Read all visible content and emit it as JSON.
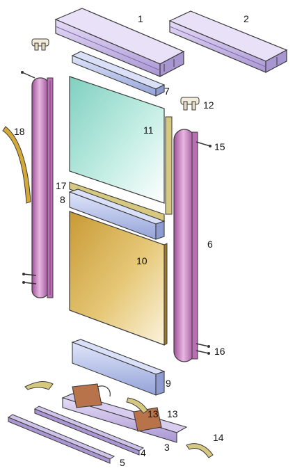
{
  "labels": {
    "p1": "1",
    "p2": "2",
    "p3": "3",
    "p4": "4",
    "p5": "5",
    "p6": "6",
    "p7": "7",
    "p8": "8",
    "p9": "9",
    "p10": "10",
    "p11": "11",
    "p12": "12",
    "p13a": "13",
    "p13b": "13",
    "p14": "14",
    "p15": "15",
    "p16": "16",
    "p17": "17",
    "p18": "18"
  },
  "colors": {
    "track_purple": "#b9a9dc",
    "profile_blue": "#aebbe6",
    "stile_pink": "#c985c4",
    "glass": "#cfeee3",
    "panel_gold": "#c9a64a",
    "trim_yellow": "#d6c97f",
    "bracket_orange": "#b8734a",
    "seal_gold": "#d4a93a",
    "outline": "#3a3a3a"
  }
}
